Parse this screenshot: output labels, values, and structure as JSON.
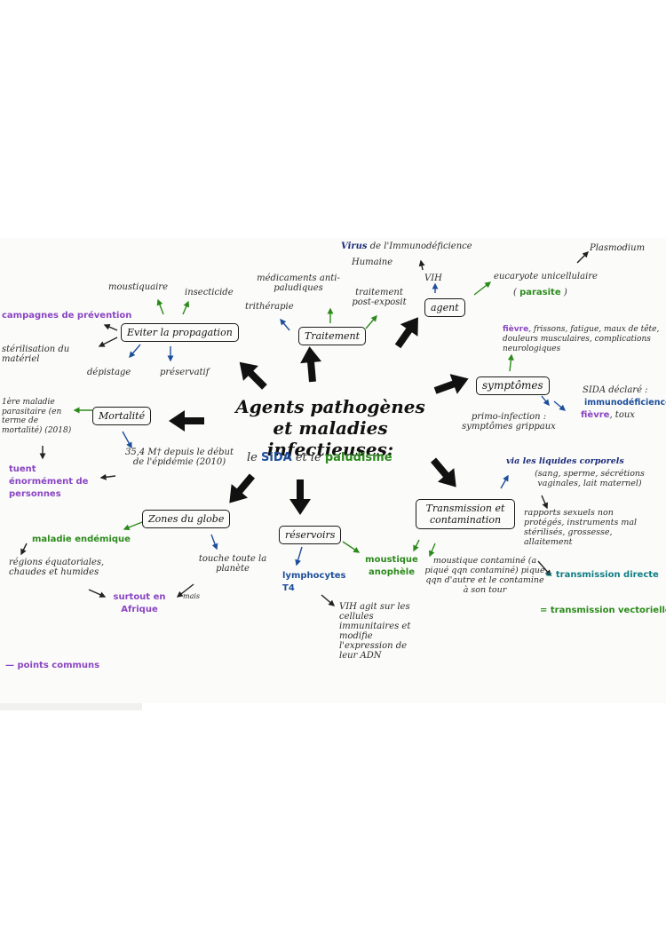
{
  "map": {
    "title": "Agents pathogènes et maladies infectieuses:",
    "subtitle": {
      "le": "le",
      "sida": "SiDA",
      "et": "et",
      "le2": "le",
      "paludisme": "paludisme"
    },
    "legend": "— points communs"
  },
  "branches": {
    "propagation": {
      "label": "Eviter la propagation",
      "items": [
        "moustiquaire",
        "insecticide",
        "campagnes de prévention",
        "stérilisation du matériel",
        "dépistage",
        "préservatif"
      ]
    },
    "traitement": {
      "label": "Traitement",
      "items": [
        "médicaments anti-paludiques",
        "trithérapie",
        "traitement post-exposit"
      ]
    },
    "agent": {
      "label": "agent",
      "virus_word": "Virus",
      "virus_rest": "de l'Immunodéficience",
      "humaine": "Humaine",
      "vih": "VIH",
      "plasmodium": "Plasmodium",
      "eucaryote": "eucaryote unicellulaire",
      "parasite": "parasite",
      "paren_open": "(",
      "paren_close": ")"
    },
    "symptomes": {
      "label": "symptômes",
      "fievre": "fièvre",
      "fievre_rest": ", frissons, fatigue, maux de tête, douleurs musculaires, complications neurologiques",
      "sida_declare": "SIDA déclaré :",
      "immuno": "immunodéficience",
      "fievre2": "fièvre",
      "toux": ", toux",
      "primo": "primo-infection : symptômes grippaux"
    },
    "mortalite": {
      "label": "Mortalité",
      "item1": "1ère maladie parasitaire (en terme de mortalité) (2018)",
      "item2": "35,4 M† depuis le début de l'épidémie (2010)",
      "item3": "tuent énormément de personnes"
    },
    "zones": {
      "label": "Zones du globe",
      "endemique": "maladie endémique",
      "regions": "régions équatoriales, chaudes et humides",
      "touche": "touche toute la planète",
      "mais": "mais",
      "surtout": "surtout en Afrique"
    },
    "reservoirs": {
      "label": "réservoirs",
      "lymphocytes": "lymphocytes T4",
      "vih_agit": "VIH agit sur les cellules immunitaires et modifie l'expression de leur ADN",
      "moustique": "moustique anophèle"
    },
    "transmission": {
      "label": "Transmission et contamination",
      "liquides": "via les liquides corporels",
      "liquides_detail": "(sang, sperme, sécrétions vaginales, lait maternel)",
      "rapports": "rapports sexuels non protégés, instruments mal stérilisés, grossesse, allaitement",
      "directe": "= transmission directe",
      "moustique_cont": "moustique contaminé (a piqué qqn contaminé) pique qqn d'autre et le contamine à son tour",
      "vectorielle": "= transmission vectorielle"
    }
  }
}
